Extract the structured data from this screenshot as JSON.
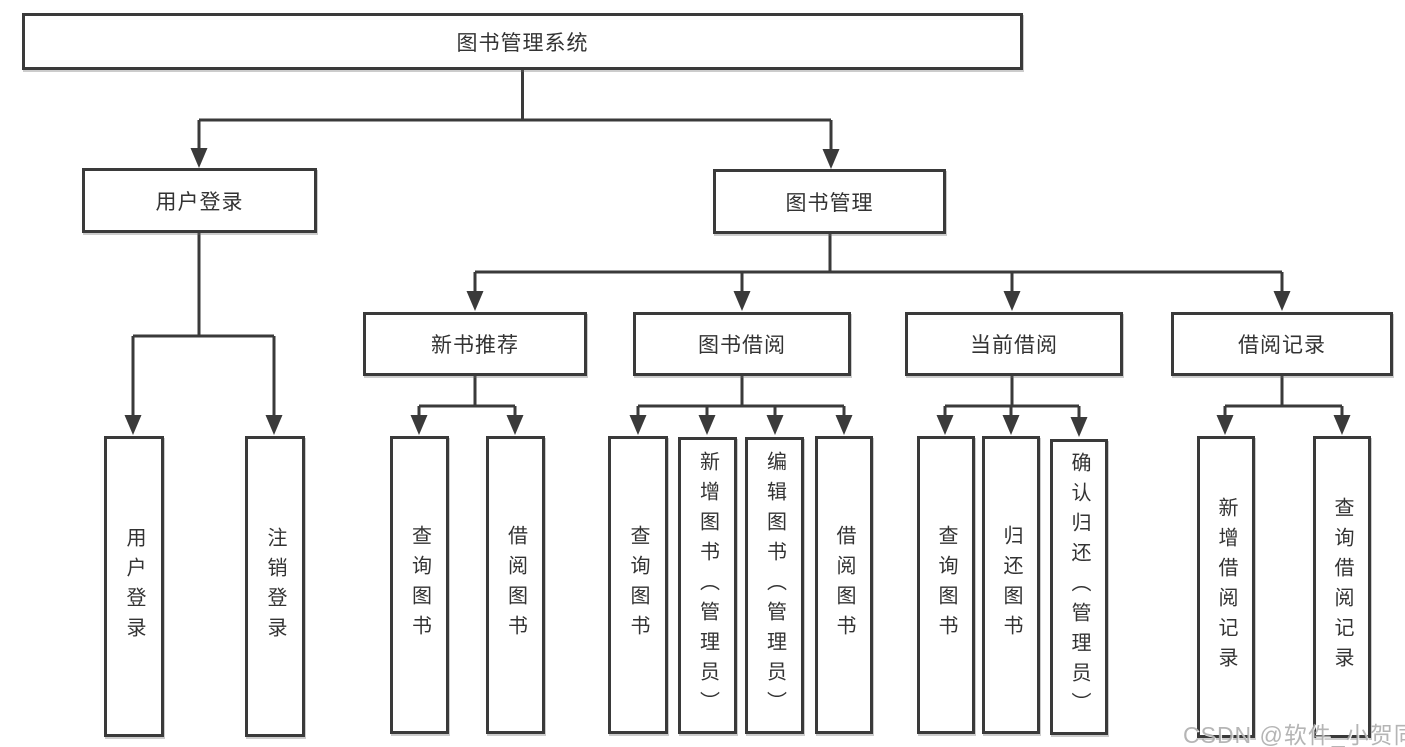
{
  "diagram": {
    "root": {
      "label": "图书管理系统"
    },
    "branches": [
      {
        "label": "用户登录",
        "children": [
          {
            "label": "用户登录"
          },
          {
            "label": "注销登录"
          }
        ]
      },
      {
        "label": "图书管理",
        "children": [
          {
            "label": "新书推荐",
            "children": [
              {
                "label": "查询图书"
              },
              {
                "label": "借阅图书"
              }
            ]
          },
          {
            "label": "图书借阅",
            "children": [
              {
                "label": "查询图书"
              },
              {
                "label": "新增图书（管理员）"
              },
              {
                "label": "编辑图书（管理员）"
              },
              {
                "label": "借阅图书"
              }
            ]
          },
          {
            "label": "当前借阅",
            "children": [
              {
                "label": "查询图书"
              },
              {
                "label": "归还图书"
              },
              {
                "label": "确认归还（管理员）"
              }
            ]
          },
          {
            "label": "借阅记录",
            "children": [
              {
                "label": "新增借阅记录"
              },
              {
                "label": "查询借阅记录"
              }
            ]
          }
        ]
      }
    ]
  },
  "watermark": {
    "text": "CSDN @软件_小贺同学"
  },
  "colors": {
    "line": "#3a3a3a",
    "box_border": "#3a3a3a",
    "text": "#333333",
    "watermark": "#a8a8a8",
    "background": "#ffffff"
  }
}
